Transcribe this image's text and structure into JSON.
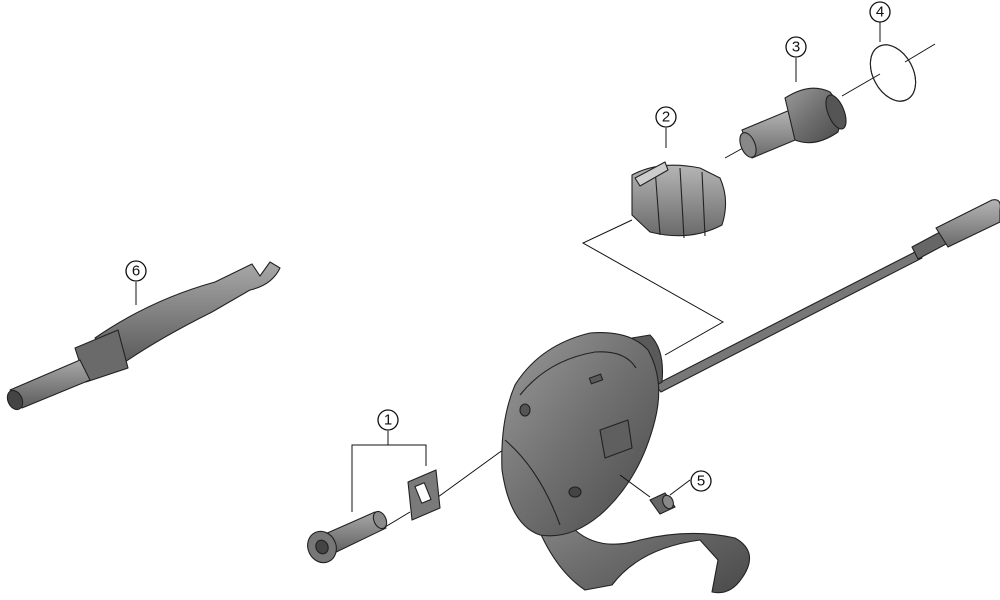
{
  "callouts": [
    {
      "id": "1",
      "label": "1"
    },
    {
      "id": "2",
      "label": "2"
    },
    {
      "id": "3",
      "label": "3"
    },
    {
      "id": "4",
      "label": "4"
    },
    {
      "id": "5",
      "label": "5"
    },
    {
      "id": "6",
      "label": "6"
    }
  ],
  "colors": {
    "part_fill": "#6f6f6f",
    "part_light": "#9a9a9a",
    "part_dark": "#4a4a4a",
    "line": "#111111"
  }
}
